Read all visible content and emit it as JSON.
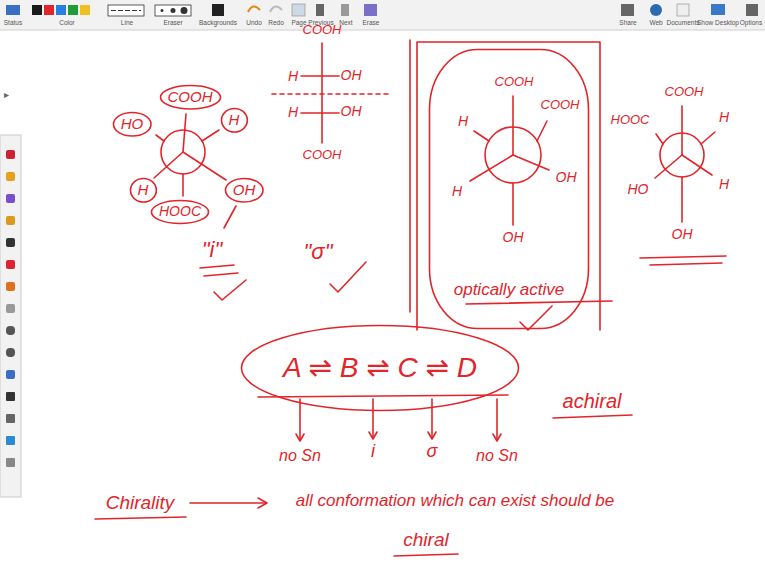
{
  "diagram": {
    "nodes": [
      {
        "text": [
          "COOH"
        ]
      },
      {
        "text": [
          "H"
        ]
      },
      {
        "text": [
          "HO"
        ]
      },
      {
        "text": [
          "H"
        ]
      },
      {
        "text": [
          "HOOC"
        ]
      },
      {
        "text": [
          "OH"
        ]
      },
      {
        "text": [
          "optically active"
        ]
      },
      {
        "text": [
          "A ⇌ B ⇌ C ⇌ D"
        ]
      }
    ],
    "labels": [
      "Status",
      "Color",
      "Line",
      "Eraser",
      "Backgrounds",
      "Undo",
      "Redo",
      "Page",
      "Previous",
      "Next",
      "Erase",
      "Share",
      "Web",
      "Documents",
      "Show Desktop",
      "Options",
      "\"i\"",
      "COOH",
      "H",
      "OH",
      "H",
      "OH",
      "COOH",
      "\"σ\"",
      "COOH",
      "COOH",
      "H",
      "H",
      "OH",
      "OH",
      "COOH",
      "HOOC",
      "H",
      "HO",
      "H",
      "OH",
      "no Sn",
      "i",
      "σ",
      "no Sn",
      "achiral",
      "Chirality",
      "all conformation which can exist should be",
      "chiral"
    ]
  }
}
